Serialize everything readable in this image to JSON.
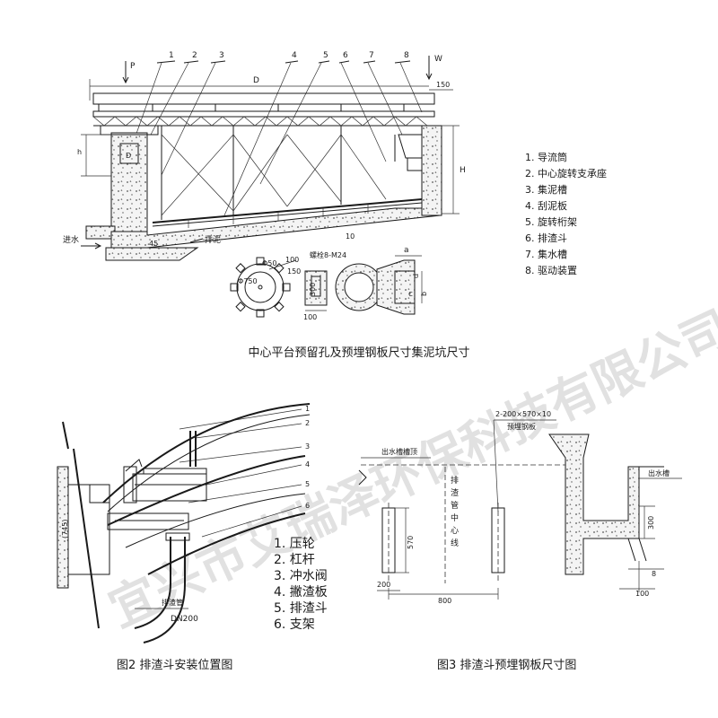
{
  "watermark": "宜兴市艾瑞泽环保科技有限公司",
  "fig1": {
    "caption": "中心平台预留孔及预埋钢板尺寸集泥坑尺寸",
    "callout_numbers": [
      "1",
      "2",
      "3",
      "4",
      "5",
      "6",
      "7",
      "8"
    ],
    "labels": {
      "P": "P",
      "W": "W",
      "D": "D",
      "H": "H",
      "h": "h",
      "dim_150": "150",
      "dim_10": "10",
      "dim_45": "45",
      "inlet": "进水",
      "outlet": "排泥",
      "bolt": "螺栓8-M24",
      "phi50": "Φ50",
      "phi750": "Φ750",
      "d100a": "100",
      "d150": "150",
      "d300": "300",
      "d100b": "100",
      "a": "a",
      "b": "b",
      "c": "c",
      "d": "d"
    },
    "legend": [
      "1.  导流筒",
      "2.  中心旋转支承座",
      "3.  集泥槽",
      "4.  刮泥板",
      "5.  旋转桁架",
      "6.  排渣斗",
      "7.  集水槽",
      "8.  驱动装置"
    ]
  },
  "fig2": {
    "caption": "图2   排渣斗安装位置图",
    "callout_numbers": [
      "1",
      "2",
      "3",
      "4",
      "5",
      "6"
    ],
    "labels": {
      "dim_745": "(745)",
      "pipe": "排渣管",
      "dn": "DN200"
    },
    "legend": [
      "1.  压轮",
      "2.  杠杆",
      "3.  冲水阀",
      "4.  撇渣板",
      "5.  排渣斗",
      "6.  支架"
    ]
  },
  "fig3": {
    "caption": "图3   排渣斗预埋钢板尺寸图",
    "labels": {
      "plate_spec": "2-200×570×10",
      "plate_name": "预埋钢板",
      "trough_top": "出水槽槽顶",
      "centerline": [
        "排",
        "渣",
        "管",
        "中",
        "心",
        "线"
      ],
      "trough": "出水槽",
      "d570": "570",
      "d200": "200",
      "d800": "800",
      "d300": "300",
      "d8": "8",
      "d100": "100"
    }
  }
}
